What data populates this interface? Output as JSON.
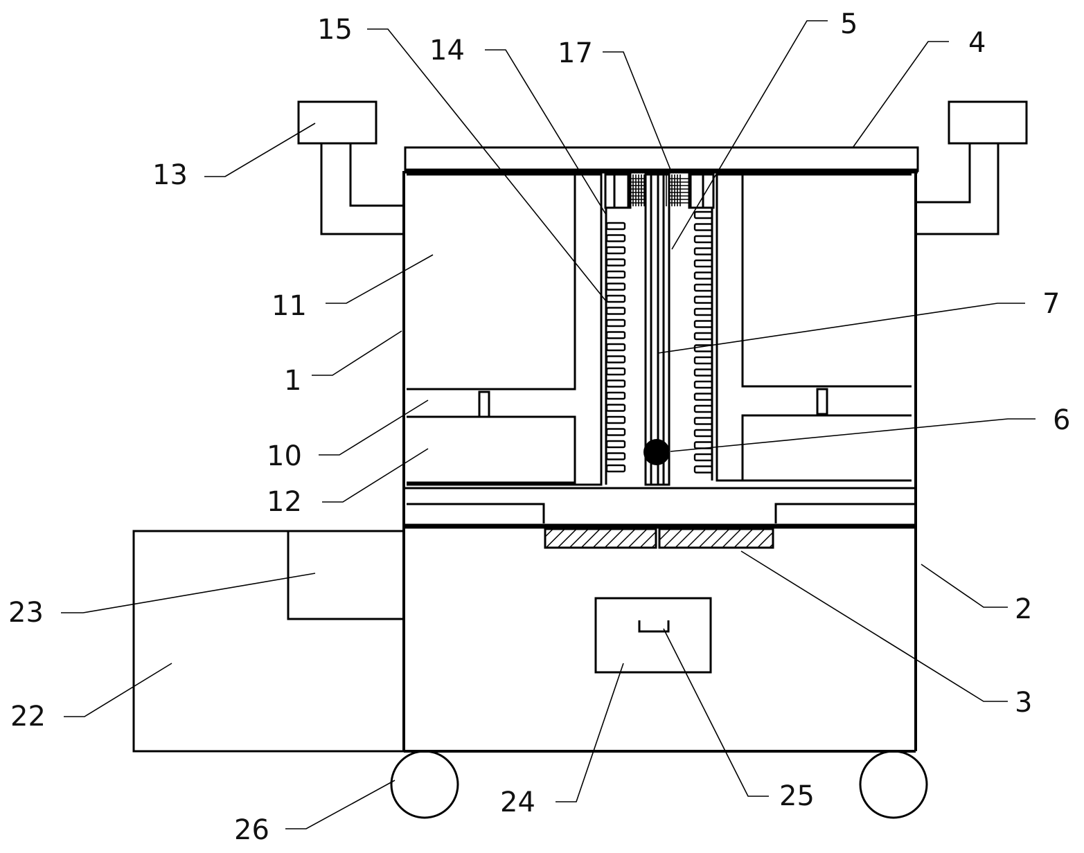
{
  "figure": {
    "labels": {
      "l1": "1",
      "l2": "2",
      "l3": "3",
      "l4": "4",
      "l5": "5",
      "l6": "6",
      "l7": "7",
      "l10": "10",
      "l11": "11",
      "l12": "12",
      "l13": "13",
      "l14": "14",
      "l15": "15",
      "l17": "17",
      "l22": "22",
      "l23": "23",
      "l24": "24",
      "l25": "25",
      "l26": "26"
    },
    "colors": {
      "line": "#000000",
      "background": "#ffffff",
      "text": "#111111"
    }
  }
}
